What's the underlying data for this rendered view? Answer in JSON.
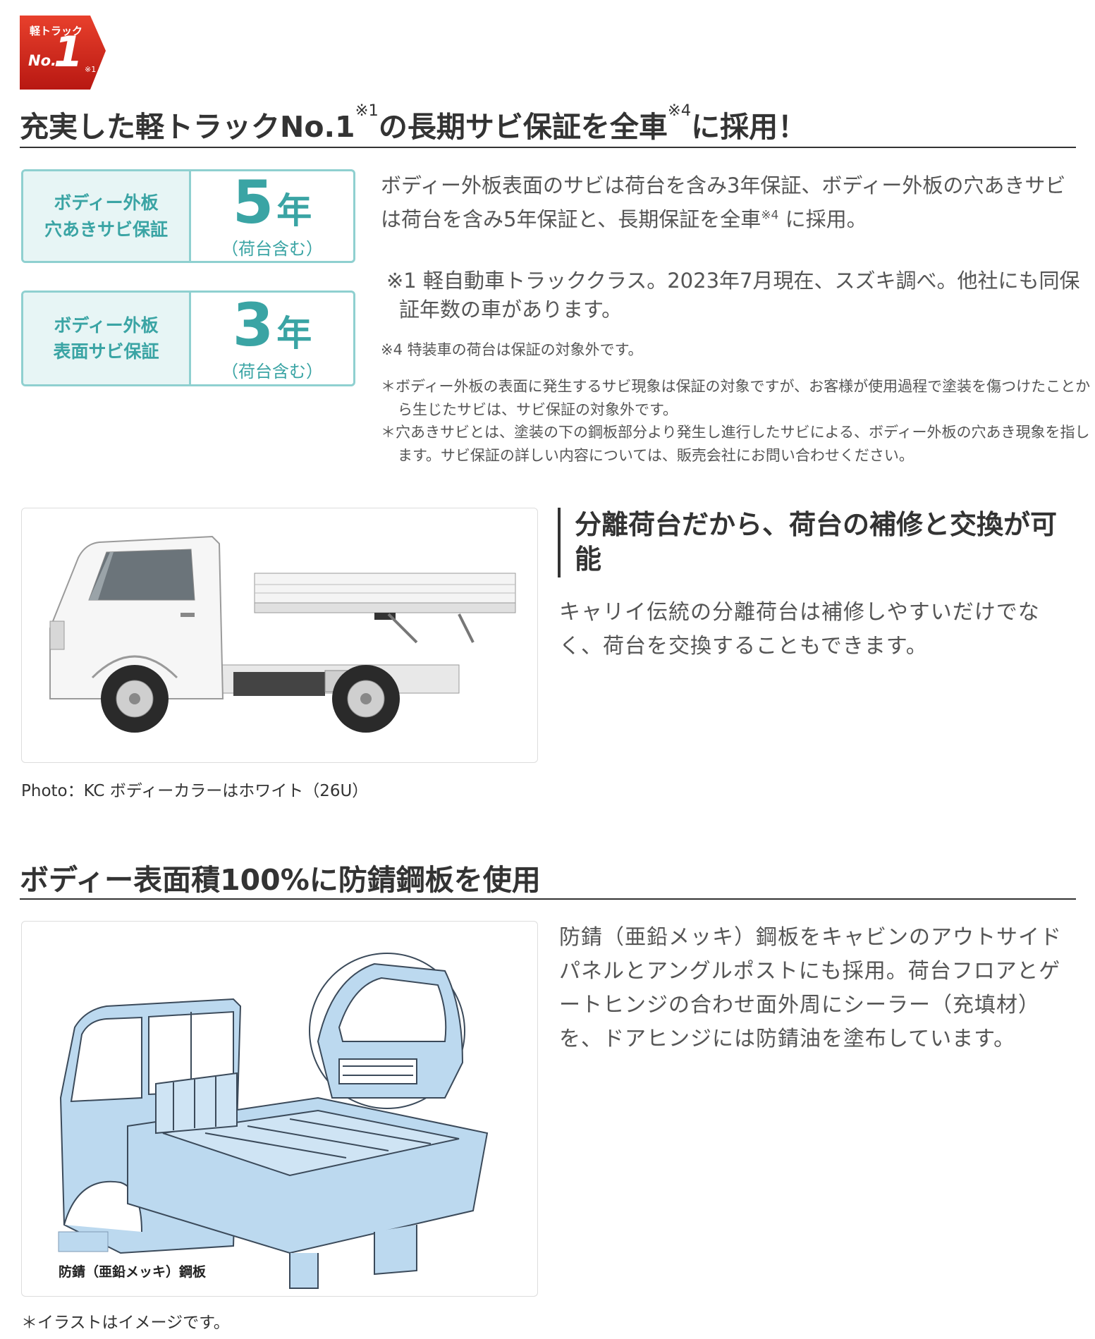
{
  "badge": {
    "caption": "軽トラック",
    "no": "No.",
    "one": "1",
    "mark": "※1"
  },
  "section1": {
    "title_a": "充実した軽トラックNo.1",
    "title_sup1": "※1",
    "title_b": "の長期サビ保証を全車",
    "title_sup2": "※4",
    "title_c": "に採用！"
  },
  "warranty": [
    {
      "line1": "ボディー外板",
      "line2": "穴あきサビ保証",
      "years": "5",
      "unit": "年",
      "note": "（荷台含む）"
    },
    {
      "line1": "ボディー外板",
      "line2": "表面サビ保証",
      "years": "3",
      "unit": "年",
      "note": "（荷台含む）"
    }
  ],
  "desc1": {
    "text_a": "ボディー外板表面のサビは荷台を含み3年保証、ボディー外板の穴あきサビは荷台を含み5年保証と、長期保証を全車",
    "sup": "※4",
    "text_b": " に採用。"
  },
  "notes": {
    "note1": "※1 軽自動車トラッククラス。2023年7月現在、スズキ調べ。他社にも同保証年数の車があります。",
    "note4": "※4 特装車の荷台は保証の対象外です。",
    "ast1": "＊ボディー外板の表面に発生するサビ現象は保証の対象ですが、お客様が使用過程で塗装を傷つけたことから生じたサビは、サビ保証の対象外です。",
    "ast2": "＊穴あきサビとは、塗装の下の鋼板部分より発生し進行したサビによる、ボディー外板の穴あき現象を指します。サビ保証の詳しい内容については、販売会社にお問い合わせください。"
  },
  "separated_bed": {
    "heading": "分離荷台だから、荷台の補修と交換が可能",
    "text": "キャリイ伝統の分離荷台は補修しやすいだけでなく、荷台を交換することもできます。",
    "caption": "Photo：KC ボディーカラーはホワイト（26U）"
  },
  "section2": {
    "title": "ボディー表面積100%に防錆鋼板を使用",
    "text": "防錆（亜鉛メッキ）鋼板をキャビンのアウトサイドパネルとアングルポストにも採用。荷台フロアとゲートヒンジの合わせ面外周にシーラー（充填材）を、ドアヒンジには防錆油を塗布しています。",
    "legend": "防錆（亜鉛メッキ）鋼板",
    "caption": "＊イラストはイメージです。"
  },
  "colors": {
    "accent_teal": "#3aa4a4",
    "teal_border": "#8fd0d0",
    "teal_fill": "#e7f5f5",
    "badge_red": "#d0261e",
    "steel_blue": "#bcd9ef"
  }
}
